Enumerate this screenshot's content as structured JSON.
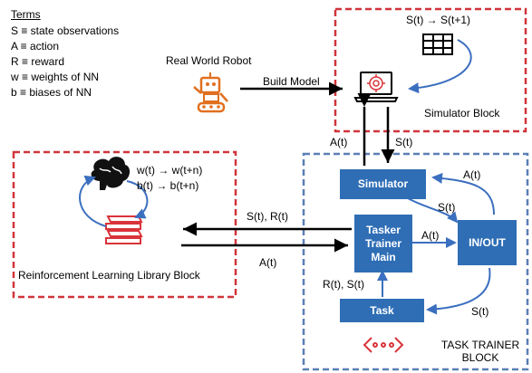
{
  "terms": {
    "title": "Terms",
    "items": [
      "S  ≡ state observations",
      "A  ≡ action",
      "R  ≡ reward",
      "w ≡ weights of NN",
      "b  ≡ biases of NN"
    ]
  },
  "labels": {
    "real_world_robot": "Real World Robot",
    "build_model": "Build Model",
    "sim_transition": "S(t) → S(t+1)",
    "simulator_block": "Simulator Block",
    "arrow_a_down": "A(t)",
    "arrow_s_up": "S(t)",
    "weights_update": "w(t) → w(t+n)",
    "biases_update": "b(t) → b(t+n)",
    "rl_block": "Reinforcement Learning Library Block",
    "sr_to_rl": "S(t), R(t)",
    "a_from_rl": "A(t)",
    "io_to_sim_a": "A(t)",
    "sim_to_io_s": "S(t)",
    "tasker_to_io": "A(t)",
    "task_to_tasker": "R(t), S(t)",
    "io_to_task_s": "S(t)",
    "task_trainer_block": "TASK TRAINER\nBLOCK"
  },
  "boxes": {
    "simulator": "Simulator",
    "tasker": "Tasker\nTrainer\nMain",
    "io": "IN/OUT",
    "task": "Task"
  },
  "colors": {
    "red_dash": "#d0353b",
    "blue_dash": "#5b7fb5",
    "box_fill": "#2f6eb5",
    "arrow_blue": "#3b6fbf",
    "icon_orange": "#e0701f",
    "icon_red": "#d9343a"
  }
}
